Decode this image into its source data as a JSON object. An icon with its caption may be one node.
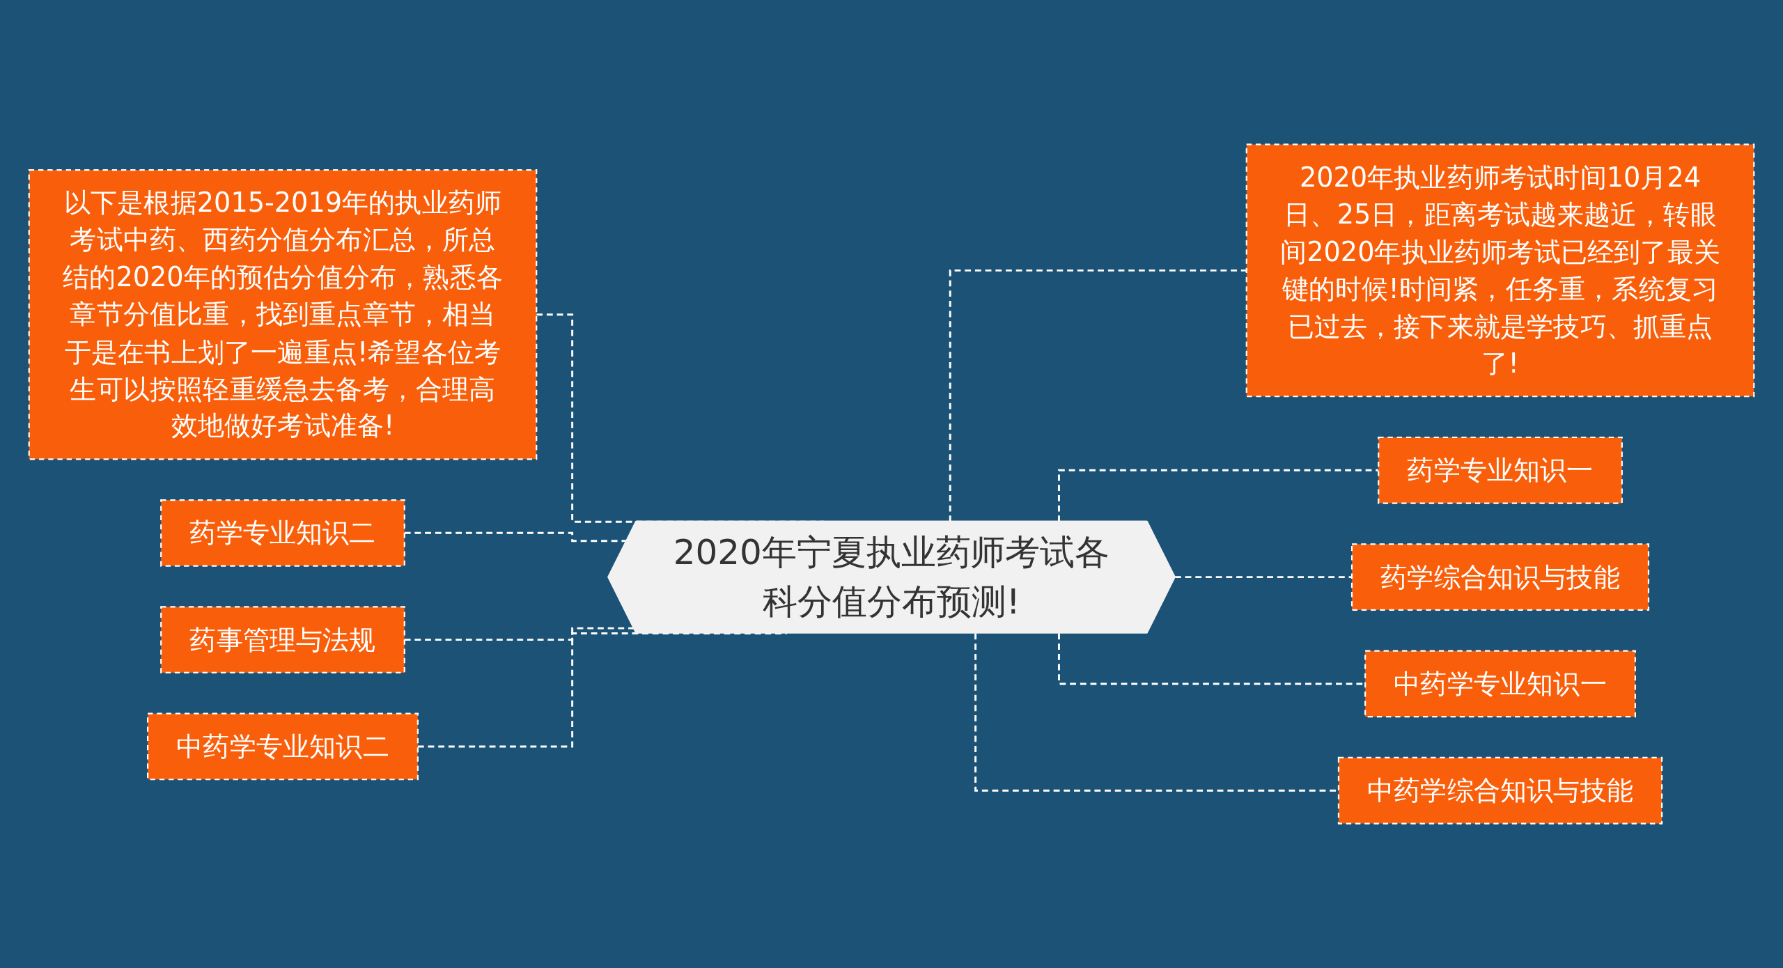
{
  "diagram": {
    "nodes": [
      {
        "text": [
          "2020年宁夏执业药师考试各科分值分布预测!"
        ]
      },
      {
        "text": [
          "以下是根据2015-2019年的执业药师考试中药、西药分值分布汇总，所总结的2020年的预估分值分布，熟悉各章节分值比重，找到重点章节，相当于是在书上划了一遍重点!希望各位考生可以按照轻重缓急去备考，合理高效地做好考试准备!"
        ]
      },
      {
        "text": [
          "药学专业知识二"
        ]
      },
      {
        "text": [
          "药事管理与法规"
        ]
      },
      {
        "text": [
          "中药学专业知识二"
        ]
      },
      {
        "text": [
          "2020年执业药师考试时间10月24日、25日，距离考试越来越近，转眼间2020年执业药师考试已经到了最关键的时候!时间紧，任务重，系统复习已过去，接下来就是学技巧、抓重点了!"
        ]
      },
      {
        "text": [
          "药学专业知识一"
        ]
      },
      {
        "text": [
          "药学综合知识与技能"
        ]
      },
      {
        "text": [
          "中药学专业知识一"
        ]
      },
      {
        "text": [
          "中药学综合知识与技能"
        ]
      }
    ],
    "edges": [
      {
        "from": 0,
        "to": 1,
        "arrow": "none",
        "style": "dashed"
      },
      {
        "from": 0,
        "to": 2,
        "arrow": "none",
        "style": "dashed"
      },
      {
        "from": 0,
        "to": 3,
        "arrow": "none",
        "style": "dashed"
      },
      {
        "from": 0,
        "to": 4,
        "arrow": "none",
        "style": "dashed"
      },
      {
        "from": 0,
        "to": 5,
        "arrow": "none",
        "style": "dashed"
      },
      {
        "from": 0,
        "to": 6,
        "arrow": "none",
        "style": "dashed"
      },
      {
        "from": 0,
        "to": 7,
        "arrow": "none",
        "style": "dashed"
      },
      {
        "from": 0,
        "to": 8,
        "arrow": "none",
        "style": "dashed"
      },
      {
        "from": 0,
        "to": 9,
        "arrow": "none",
        "style": "dashed"
      }
    ]
  }
}
